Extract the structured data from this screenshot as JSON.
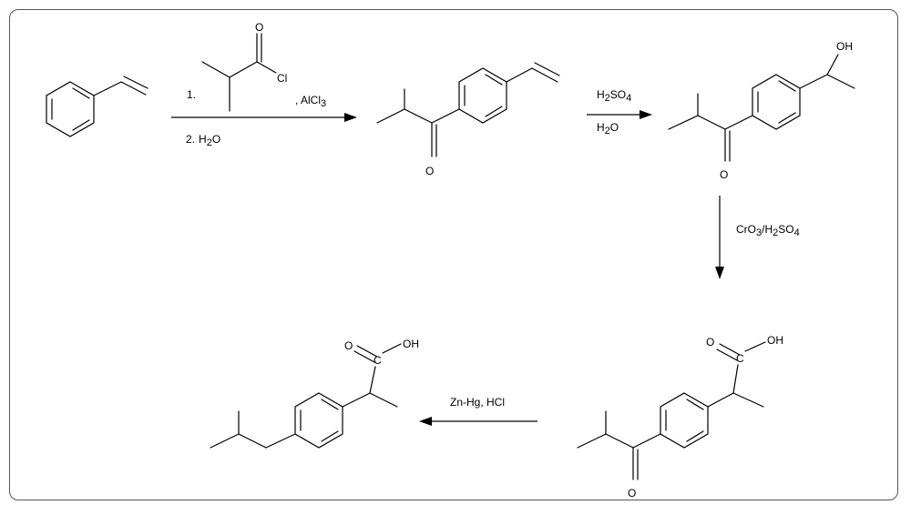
{
  "reagents": {
    "step1": {
      "number1": "1.",
      "number2": "2.",
      "catalyst": ", AlCl",
      "catalyst_sub": "3",
      "workup": "H",
      "workup_sub": "2",
      "workup_end": "O"
    },
    "step2": {
      "acid": "H",
      "acid_sub1": "2",
      "acid_mid": "SO",
      "acid_sub2": "4",
      "water": "H",
      "water_sub": "2",
      "water_end": "O"
    },
    "step3": {
      "a": "CrO",
      "a_sub": "3",
      "slash": "/H",
      "b_sub": "2",
      "c": "SO",
      "c_sub": "4"
    },
    "step4": {
      "label": "Zn-Hg, HCl"
    }
  },
  "atoms": {
    "o": "O",
    "cl": "Cl",
    "oh": "OH",
    "c": "C"
  }
}
